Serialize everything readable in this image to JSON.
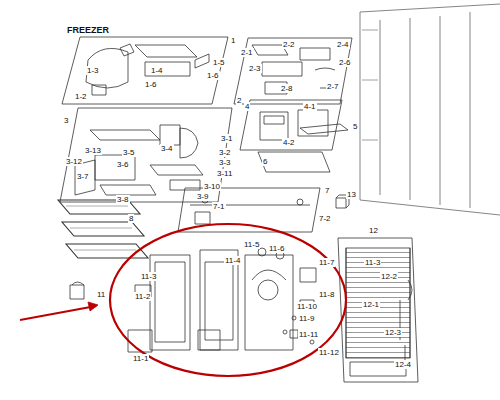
{
  "diagram": {
    "labels": [
      "FREEZER",
      "1",
      "1-3",
      "1-2",
      "1-4",
      "1-5",
      "1-6",
      "1-6",
      "2",
      "2-2",
      "2-4",
      "2-1",
      "2-3",
      "2-6",
      "2-8",
      "2-7",
      "3",
      "3-1",
      "3-4",
      "3-2",
      "3-3",
      "3-5",
      "3-13",
      "3-12",
      "3-6",
      "3-11",
      "3-7",
      "3-10",
      "3-9",
      "3-8",
      "4",
      "4-1",
      "4-2",
      "5",
      "6",
      "7-1",
      "7",
      "7-2",
      "8",
      "13",
      "12",
      "11-3",
      "12-2",
      "12-1",
      "12-3",
      "12-4",
      "11",
      "11-3",
      "11-2",
      "11-1",
      "11-5",
      "11-6",
      "11-4",
      "11-7",
      "11-8",
      "11-10",
      "11-9",
      "11-11",
      "11-12"
    ]
  }
}
